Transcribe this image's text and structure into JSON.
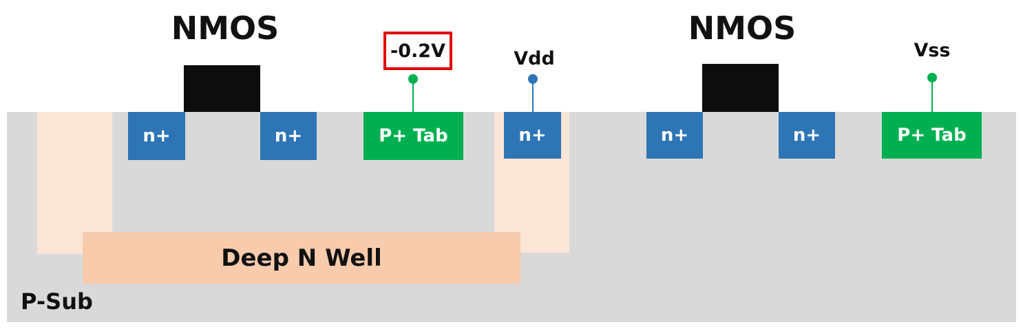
{
  "left_device": {
    "title": "NMOS",
    "source_label": "n+",
    "drain_label": "n+",
    "body_tap_label": "P+ Tab",
    "body_bias_label": "-0.2V",
    "nwell_contact_label": "n+",
    "nwell_supply_label": "Vdd",
    "deep_well_label": "Deep N Well"
  },
  "right_device": {
    "title": "NMOS",
    "source_label": "n+",
    "drain_label": "n+",
    "body_tap_label": "P+ Tab",
    "body_bias_label": "Vss"
  },
  "substrate_label": "P-Sub",
  "colors": {
    "n_plus": "#2e75b6",
    "p_plus_tab": "#00b050",
    "deep_n_well": "#f8cbad",
    "n_well": "#fbe5d6",
    "substrate": "#d9d9d9",
    "gate": "#0d0d0d",
    "highlight_box": "#e00000"
  }
}
